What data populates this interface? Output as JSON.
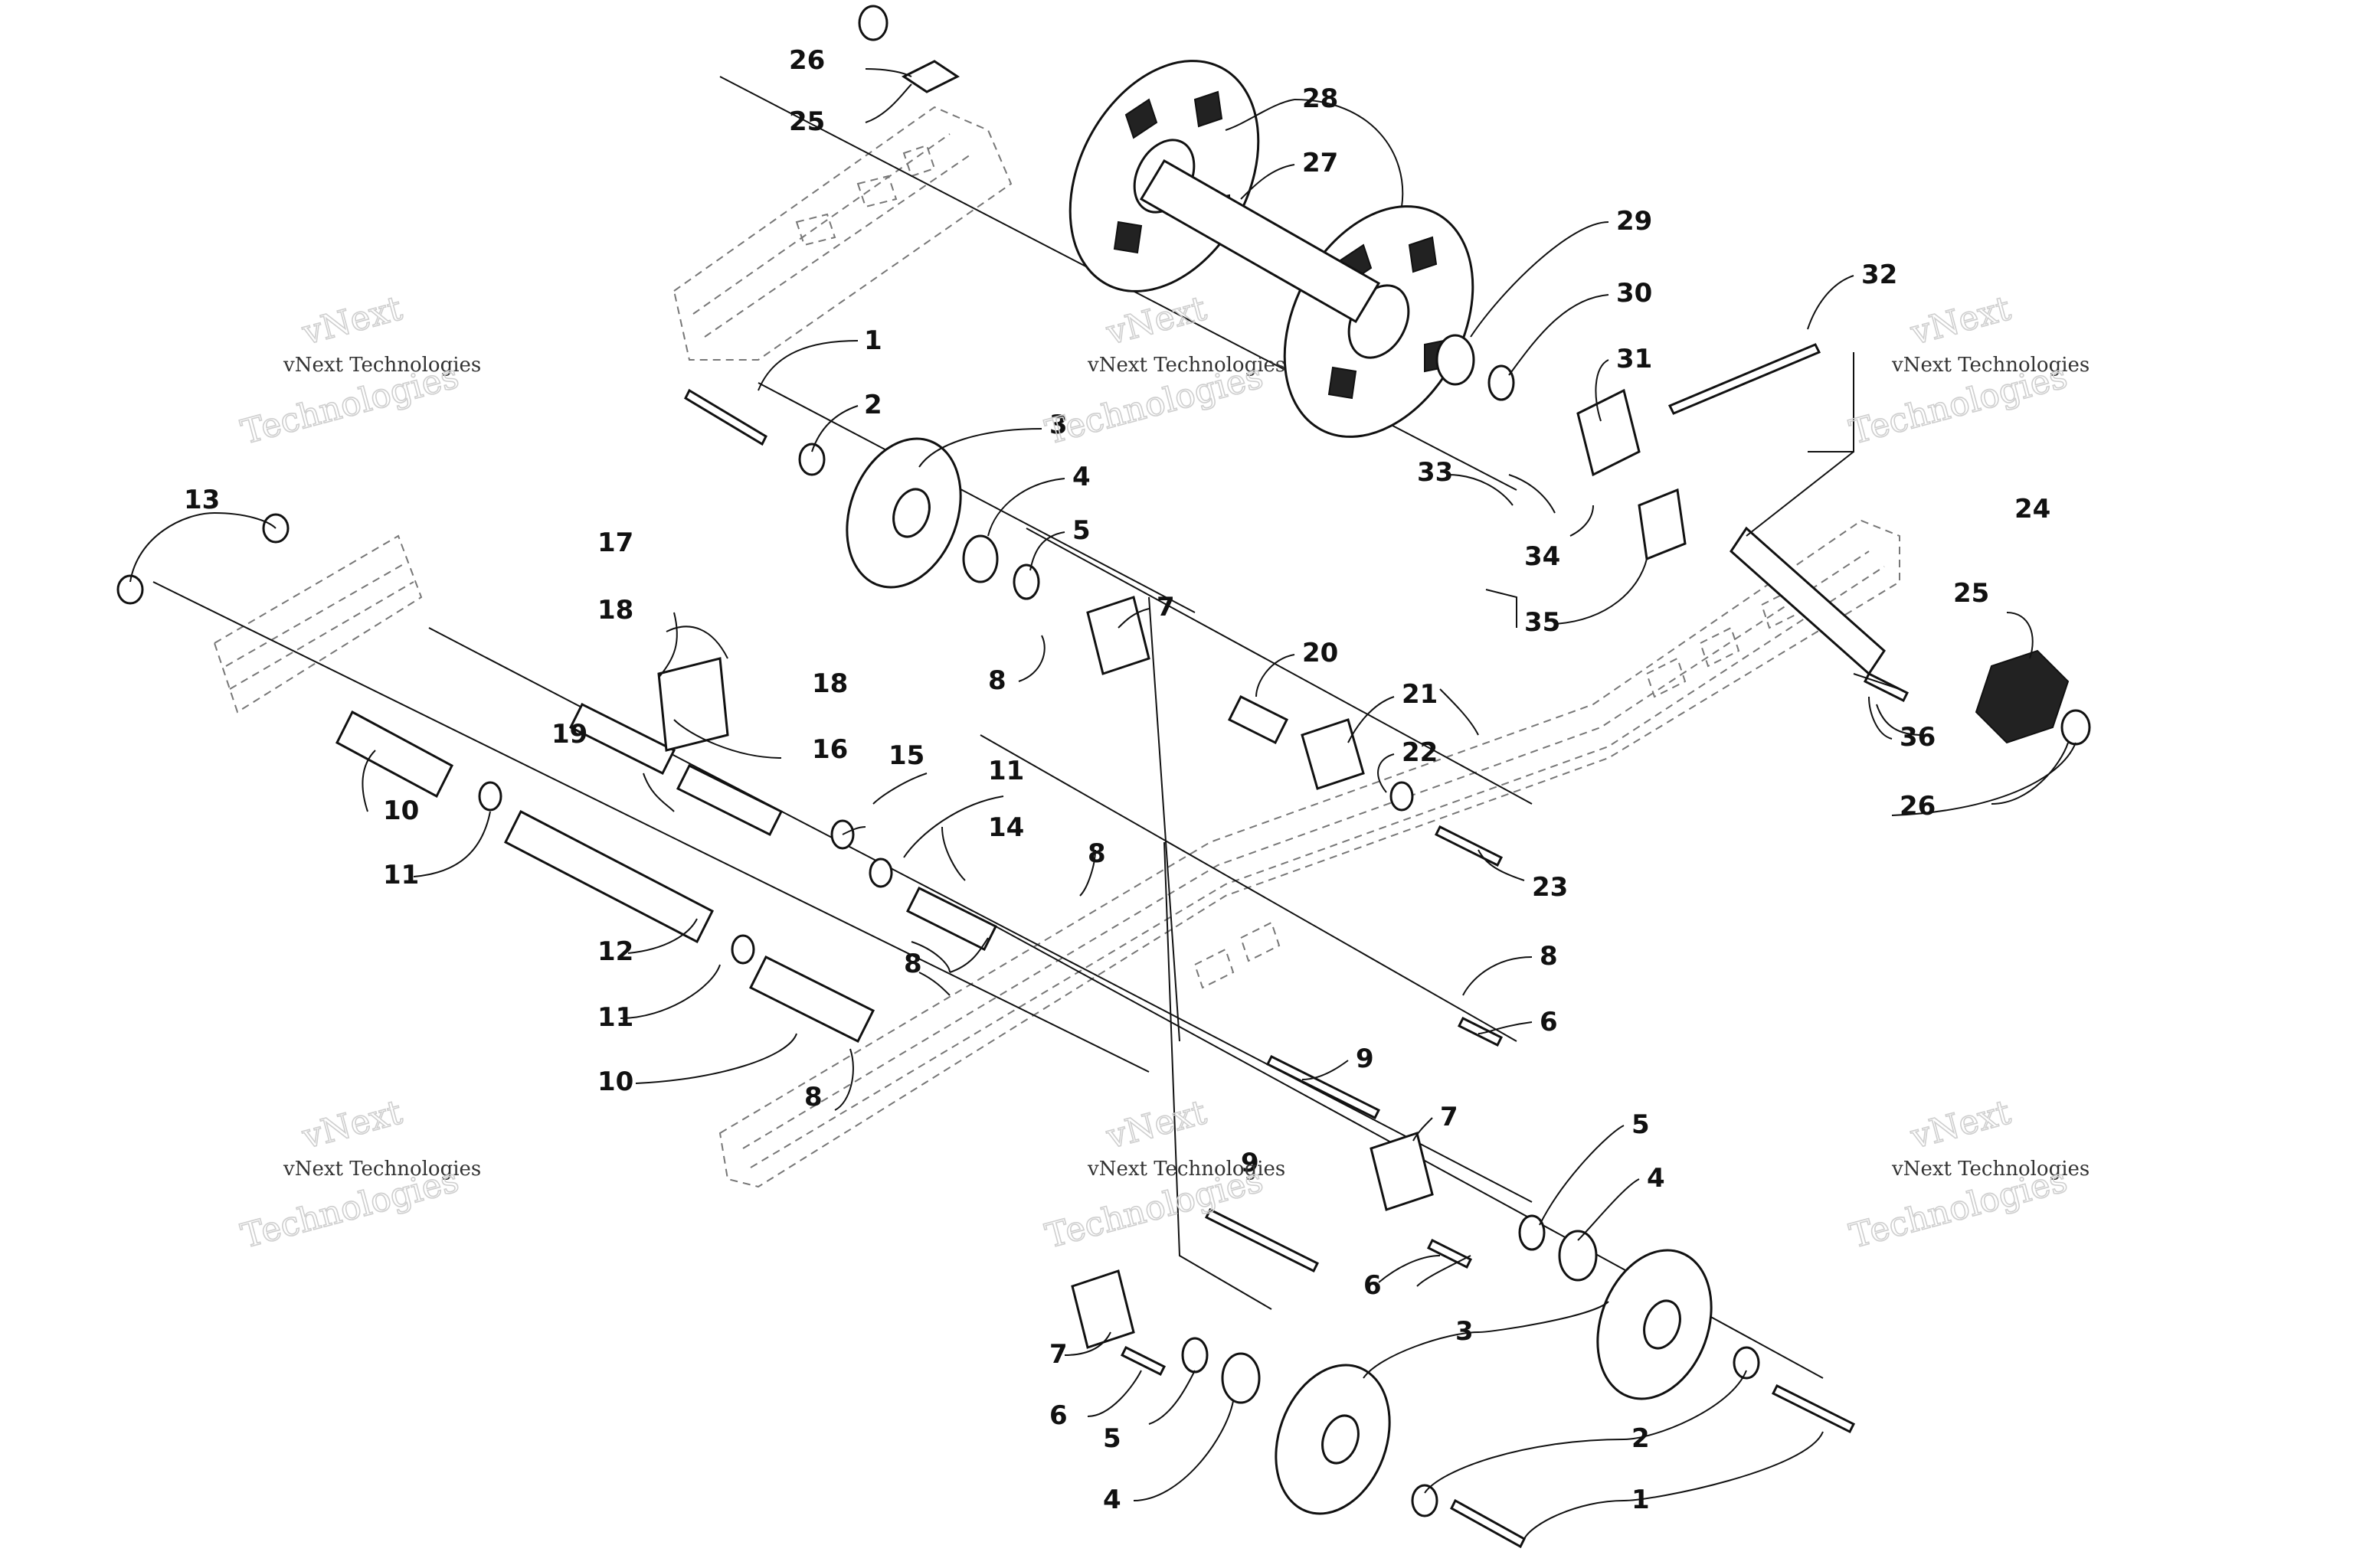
{
  "watermark": {
    "company": "vNext Technologies",
    "word": "Technologies",
    "brand": "vNext"
  },
  "callouts": [
    "1",
    "2",
    "3",
    "4",
    "5",
    "6",
    "7",
    "8",
    "9",
    "10",
    "11",
    "12",
    "13",
    "14",
    "15",
    "16",
    "17",
    "18",
    "19",
    "20",
    "21",
    "22",
    "23",
    "24",
    "25",
    "26",
    "27",
    "28",
    "29",
    "30",
    "31",
    "32",
    "33",
    "34",
    "35",
    "36"
  ]
}
